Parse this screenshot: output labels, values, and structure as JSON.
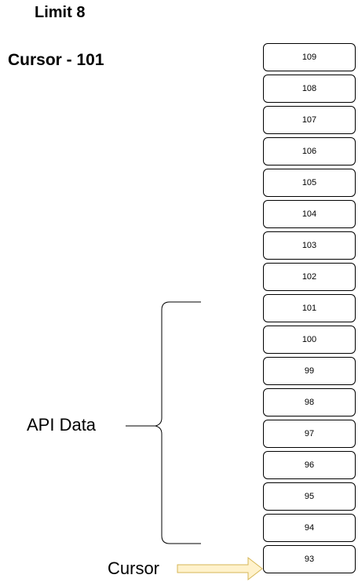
{
  "header": {
    "limit": "Limit 8",
    "cursor": "Cursor - 101"
  },
  "stack": {
    "items": [
      "109",
      "108",
      "107",
      "106",
      "105",
      "104",
      "103",
      "102",
      "101",
      "100",
      "99",
      "98",
      "97",
      "96",
      "95",
      "94",
      "93"
    ]
  },
  "bracket": {
    "label": "API Data"
  },
  "pointer": {
    "label": "Cursor"
  },
  "colors": {
    "cell_border": "#000000",
    "arrow_fill": "#fff2cc",
    "arrow_stroke": "#d6b656",
    "line": "#000000"
  }
}
